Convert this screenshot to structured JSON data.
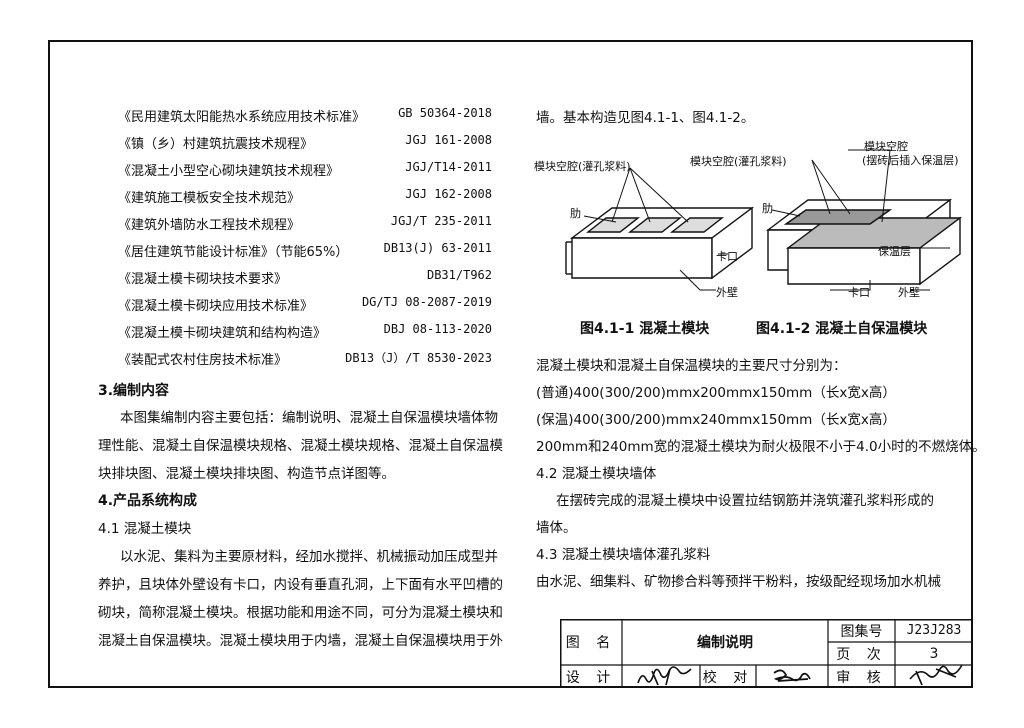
{
  "standards": [
    {
      "name": "《民用建筑太阳能热水系统应用技术标准》",
      "code": "GB 50364-2018"
    },
    {
      "name": "《镇（乡）村建筑抗震技术规程》",
      "code": "JGJ 161-2008"
    },
    {
      "name": "《混凝土小型空心砌块建筑技术规程》",
      "code": "JGJ/T14-2011"
    },
    {
      "name": "《建筑施工模板安全技术规范》",
      "code": "JGJ 162-2008"
    },
    {
      "name": "《建筑外墙防水工程技术规程》",
      "code": "JGJ/T 235-2011"
    },
    {
      "name": "《居住建筑节能设计标准》（节能65%）",
      "code": "DB13(J) 63-2011"
    },
    {
      "name": "《混凝土模卡砌块技术要求》",
      "code": "DB31/T962"
    },
    {
      "name": "《混凝土模卡砌块应用技术标准》",
      "code": "DG/TJ 08-2087-2019"
    },
    {
      "name": "《混凝土模卡砌块建筑和结构构造》",
      "code": "DBJ 08-113-2020"
    },
    {
      "name": "《装配式农村住房技术标准》",
      "code": "DB13（J）/T 8530-2023"
    }
  ],
  "left_col": {
    "sec3_heading": "3.编制内容",
    "sec3_lines": [
      "本图集编制内容主要包括：编制说明、混凝土自保温模块墙体物",
      "理性能、混凝土自保温模块规格、混凝土模块规格、混凝土自保温模",
      "块排块图、混凝土模块排块图、构造节点详图等。"
    ],
    "sec4_heading": "4.产品系统构成",
    "sec41_heading": "4.1 混凝土模块",
    "sec41_lines": [
      "以水泥、集料为主要原材料，经加水搅拌、机械振动加压成型并",
      "养护，且块体外壁设有卡口，内设有垂直孔洞，上下面有水平凹槽的",
      "砌块，简称混凝土模块。根据功能和用途不同，可分为混凝土模块和",
      "混凝土自保温模块。混凝土模块用于内墙，混凝土自保温模块用于外"
    ]
  },
  "right_col": {
    "intro": "墙。基本构造见图4.1-1、图4.1-2。",
    "fig1_title": "图4.1-1 混凝土模块",
    "fig2_title": "图4.1-2 混凝土自保温模块",
    "fig1_labels": {
      "cavity": "模块空腔(灌孔浆料)",
      "rib": "肋",
      "notch": "卡口",
      "wall": "外壁"
    },
    "fig2_labels": {
      "cavity": "模块空腔(灌孔浆料)",
      "cavity2a": "模块空腔",
      "cavity2b": "(摆砖后插入保温层)",
      "rib": "肋",
      "insul": "保温层",
      "notch": "卡口",
      "wall": "外壁"
    },
    "dims_lines": [
      "混凝土模块和混凝土自保温模块的主要尺寸分别为：",
      "(普通)400(300/200)mmx200mmx150mm（长x宽x高）",
      "(保温)400(300/200)mmx240mmx150mm（长x宽x高）",
      "200mm和240mm宽的混凝土模块为耐火极限不小于4.0小时的不燃烧体。"
    ],
    "sec42_heading": "4.2 混凝土模块墙体",
    "sec42_lines": [
      "在摆砖完成的混凝土模块中设置拉结钢筋并浇筑灌孔浆料形成的",
      "墙体。"
    ],
    "sec43_heading": "4.3 混凝土模块墙体灌孔浆料",
    "sec43_lines": [
      "由水泥、细集料、矿物掺合料等预拌干粉料，按级配经现场加水机械"
    ]
  },
  "title_block": {
    "name_label": "图 名",
    "name_value": "编制说明",
    "atlas_label": "图集号",
    "atlas_value": "J23J283",
    "page_label": "页 次",
    "page_value": "3",
    "design_label": "设 计",
    "check_label": "校 对",
    "review_label": "审 核"
  }
}
